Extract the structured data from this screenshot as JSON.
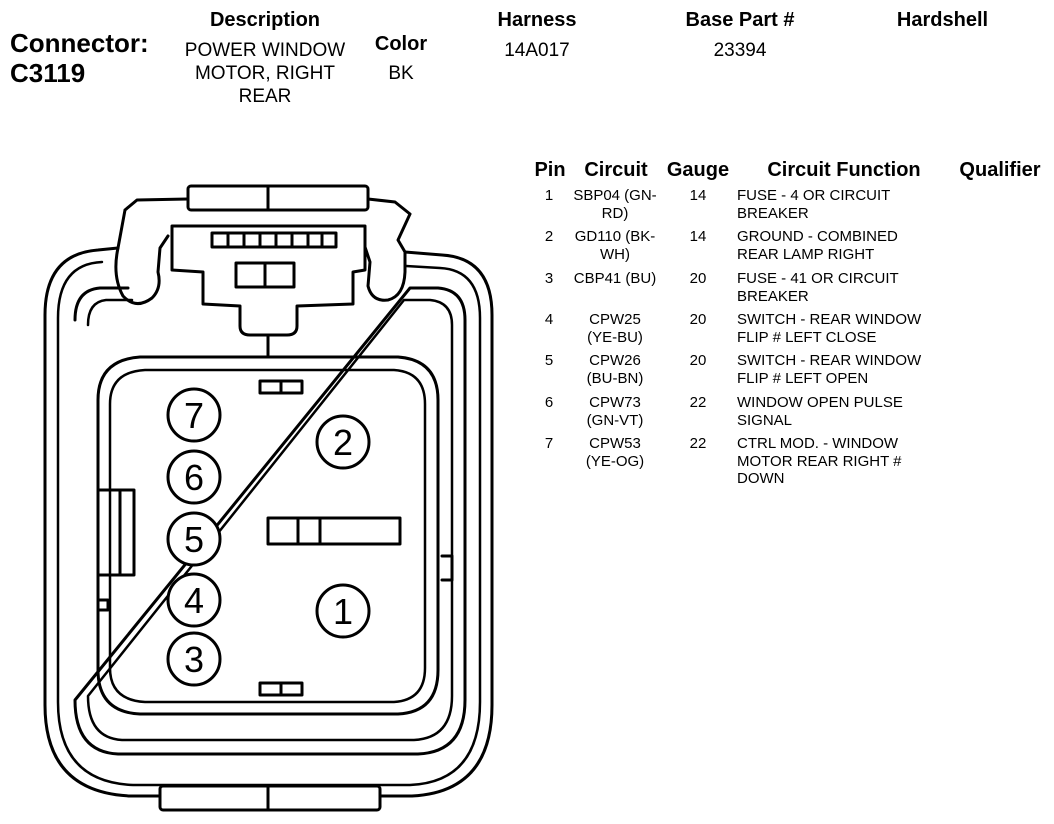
{
  "connector": {
    "label": "Connector:",
    "id": "C3119"
  },
  "headers": {
    "description": "Description",
    "color": "Color",
    "harness": "Harness",
    "base_part": "Base Part #",
    "hardshell": "Hardshell"
  },
  "values": {
    "description_lines": [
      "POWER WINDOW",
      "MOTOR, RIGHT",
      "REAR"
    ],
    "color": "BK",
    "harness": "14A017",
    "base_part": "23394",
    "hardshell": ""
  },
  "table": {
    "columns": [
      "Pin",
      "Circuit",
      "Gauge",
      "Circuit Function",
      "Qualifier"
    ],
    "rows": [
      {
        "pin": "1",
        "circuit": [
          "SBP04 (GN-",
          "RD)"
        ],
        "gauge": "14",
        "function": [
          "FUSE - 4 OR CIRCUIT",
          "BREAKER"
        ],
        "qualifier": ""
      },
      {
        "pin": "2",
        "circuit": [
          "GD110 (BK-",
          "WH)"
        ],
        "gauge": "14",
        "function": [
          "GROUND - COMBINED",
          "REAR LAMP RIGHT"
        ],
        "qualifier": ""
      },
      {
        "pin": "3",
        "circuit": [
          "CBP41 (BU)"
        ],
        "gauge": "20",
        "function": [
          "FUSE - 41 OR CIRCUIT",
          "BREAKER"
        ],
        "qualifier": ""
      },
      {
        "pin": "4",
        "circuit": [
          "CPW25",
          "(YE-BU)"
        ],
        "gauge": "20",
        "function": [
          "SWITCH - REAR WINDOW",
          "FLIP # LEFT CLOSE"
        ],
        "qualifier": ""
      },
      {
        "pin": "5",
        "circuit": [
          "CPW26",
          "(BU-BN)"
        ],
        "gauge": "20",
        "function": [
          "SWITCH - REAR WINDOW",
          "FLIP # LEFT OPEN"
        ],
        "qualifier": ""
      },
      {
        "pin": "6",
        "circuit": [
          "CPW73",
          "(GN-VT)"
        ],
        "gauge": "22",
        "function": [
          "WINDOW OPEN PULSE",
          "SIGNAL"
        ],
        "qualifier": ""
      },
      {
        "pin": "7",
        "circuit": [
          "CPW53",
          "(YE-OG)"
        ],
        "gauge": "22",
        "function": [
          "CTRL MOD. - WINDOW",
          "MOTOR REAR RIGHT #",
          "DOWN"
        ],
        "qualifier": ""
      }
    ]
  },
  "pin_labels": {
    "p1": "1",
    "p2": "2",
    "p3": "3",
    "p4": "4",
    "p5": "5",
    "p6": "6",
    "p7": "7"
  }
}
